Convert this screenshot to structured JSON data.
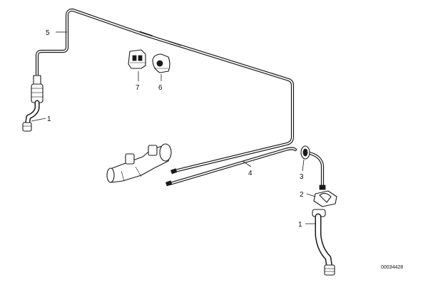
{
  "callouts": [
    {
      "id": "c1a",
      "label": "1"
    },
    {
      "id": "c5",
      "label": "5"
    },
    {
      "id": "c7",
      "label": "7"
    },
    {
      "id": "c6",
      "label": "6"
    },
    {
      "id": "c4",
      "label": "4"
    },
    {
      "id": "c3",
      "label": "3"
    },
    {
      "id": "c2",
      "label": "2"
    },
    {
      "id": "c1b",
      "label": "1"
    }
  ],
  "document_number": "00034428"
}
